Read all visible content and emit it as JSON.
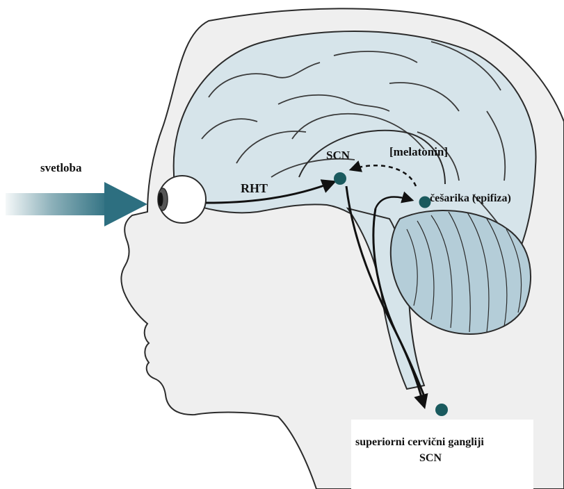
{
  "labels": {
    "light": "svetloba",
    "rht": "RHT",
    "scn": "SCN",
    "melatonin": "[melatonin]",
    "pineal": "češarika (epifiza)",
    "ganglia": "superiorni cervični gangliji",
    "ganglia_sub": "SCN"
  },
  "colors": {
    "skin": "#efefef",
    "brain": "#d6e4ea",
    "cerebellum": "#b4cdd8",
    "outline": "#2b2b2b",
    "nucleus": "#1a5a5e",
    "light_arrow": "#2d6f80"
  },
  "icons": {
    "eye": "eye-icon",
    "light_arrow": "arrow-right-icon"
  }
}
